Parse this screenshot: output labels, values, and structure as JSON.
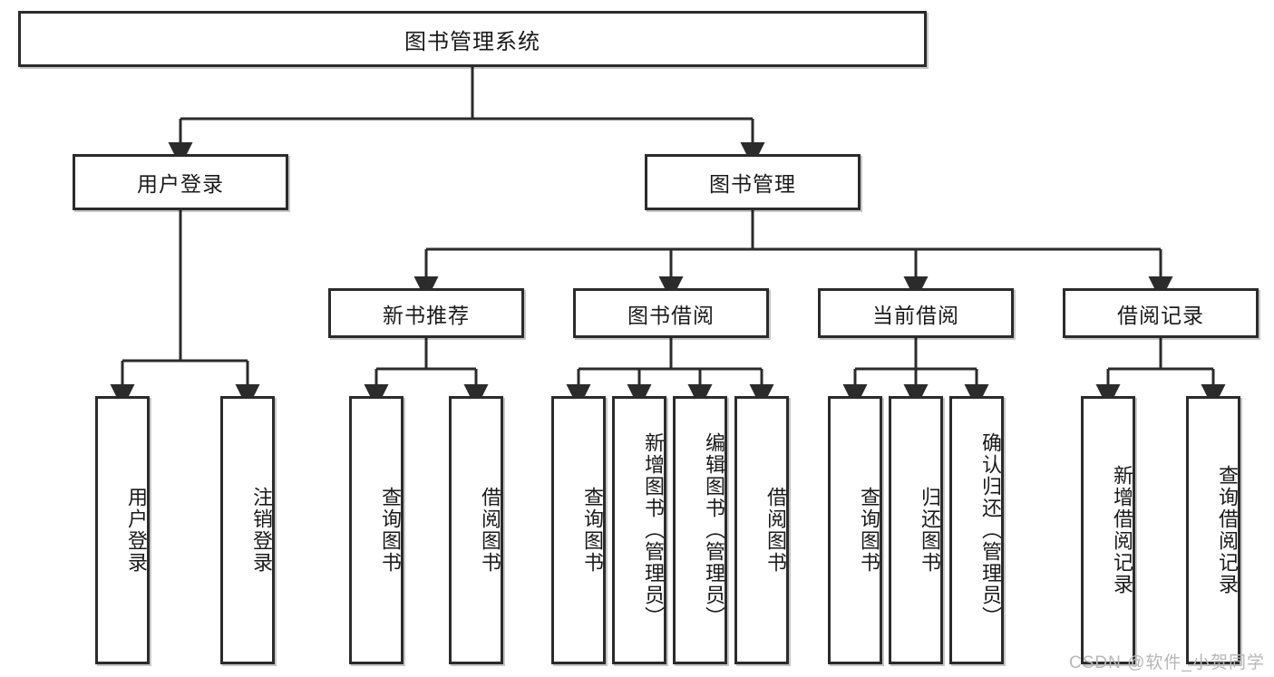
{
  "diagram": {
    "type": "tree",
    "title": "图书管理系统",
    "orientation": "top-down",
    "line_color": "#2b2b2b",
    "box_fill": "#ffffff",
    "text_color": "#1a1a1a",
    "root": {
      "id": "root",
      "label": "图书管理系统"
    },
    "level2": [
      {
        "id": "user-login",
        "label": "用户登录"
      },
      {
        "id": "book-manage",
        "label": "图书管理"
      }
    ],
    "level3": [
      {
        "id": "new-book-rec",
        "label": "新书推荐",
        "parent": "book-manage"
      },
      {
        "id": "book-borrow",
        "label": "图书借阅",
        "parent": "book-manage"
      },
      {
        "id": "current-borrow",
        "label": "当前借阅",
        "parent": "book-manage"
      },
      {
        "id": "borrow-record",
        "label": "借阅记录",
        "parent": "book-manage"
      }
    ],
    "leaves": {
      "user-login": [
        {
          "id": "leaf-user-login",
          "label": "用户登录"
        },
        {
          "id": "leaf-user-logout",
          "label": "注销登录"
        }
      ],
      "new-book-rec": [
        {
          "id": "leaf-query-book-1",
          "label": "查询图书"
        },
        {
          "id": "leaf-borrow-book-1",
          "label": "借阅图书"
        }
      ],
      "book-borrow": [
        {
          "id": "leaf-query-book-2",
          "label": "查询图书"
        },
        {
          "id": "leaf-add-book",
          "label": "新增图书（管理员）"
        },
        {
          "id": "leaf-edit-book",
          "label": "编辑图书（管理员）"
        },
        {
          "id": "leaf-borrow-book-2",
          "label": "借阅图书"
        }
      ],
      "current-borrow": [
        {
          "id": "leaf-query-book-3",
          "label": "查询图书"
        },
        {
          "id": "leaf-return-book",
          "label": "归还图书"
        },
        {
          "id": "leaf-confirm-return",
          "label": "确认归还（管理员）"
        }
      ],
      "borrow-record": [
        {
          "id": "leaf-add-record",
          "label": "新增借阅记录"
        },
        {
          "id": "leaf-query-record",
          "label": "查询借阅记录"
        }
      ]
    }
  },
  "watermark": {
    "text": "CSDN @软件_小贺同学"
  }
}
